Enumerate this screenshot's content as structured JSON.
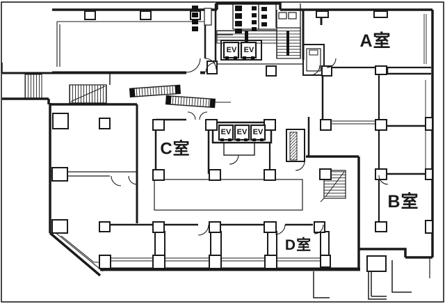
{
  "plan": {
    "type": "building-floor-plan",
    "rooms": [
      {
        "id": "a",
        "label": "A室"
      },
      {
        "id": "b",
        "label": "B室"
      },
      {
        "id": "c",
        "label": "C室"
      },
      {
        "id": "d",
        "label": "D室"
      }
    ],
    "elevator_label": "EV",
    "elevator_banks": [
      {
        "location": "top-core",
        "count": 2
      },
      {
        "location": "mid-core",
        "count": 3
      }
    ],
    "features": [
      "stairs",
      "escalators",
      "toilet-core",
      "entrance-steps",
      "chamfered-corner"
    ],
    "colors": {
      "line": "#1a1a1a",
      "background": "#ffffff"
    }
  }
}
